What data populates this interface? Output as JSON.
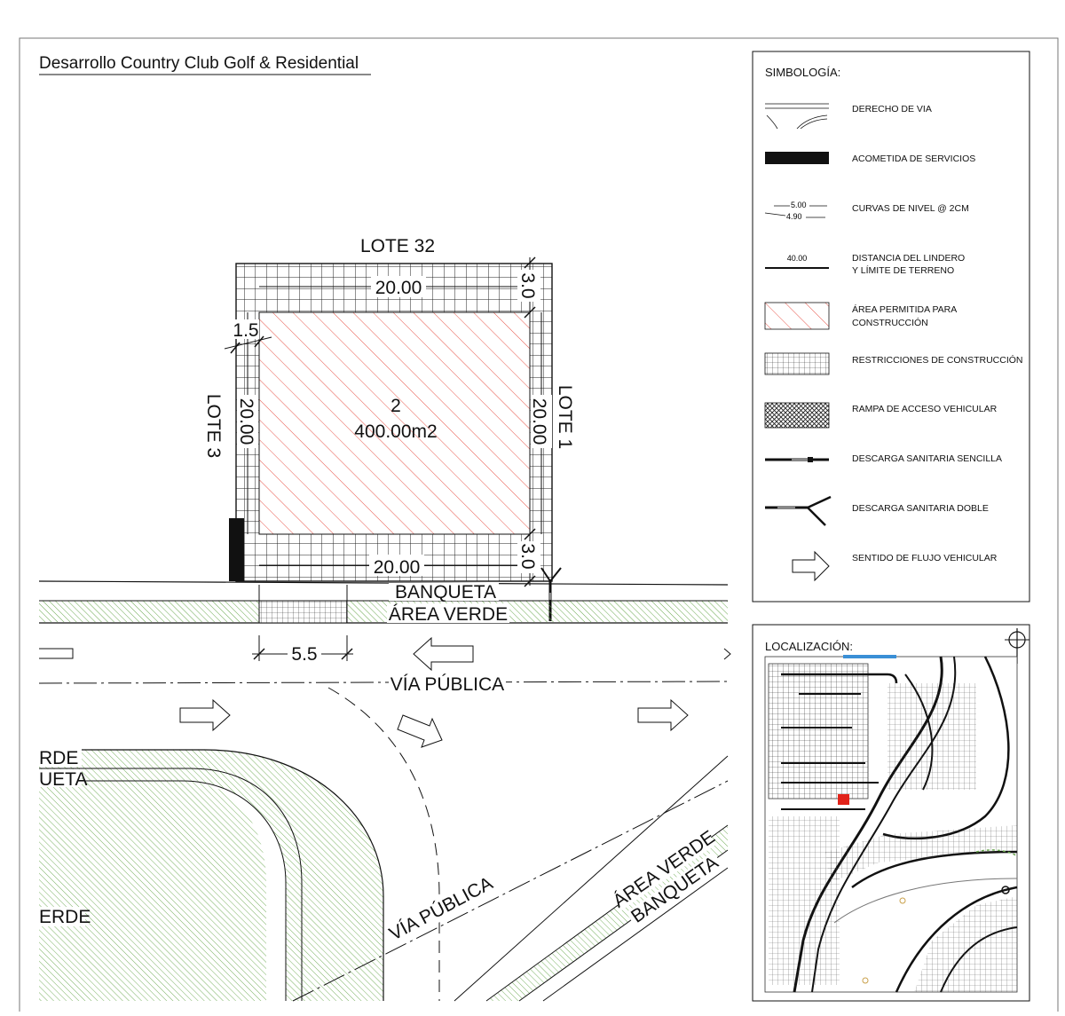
{
  "title": "Desarrollo Country Club Golf & Residential",
  "lot": {
    "neighbor_top": "LOTE 32",
    "neighbor_left": "LOTE 3",
    "neighbor_right": "LOTE 1",
    "number": "2",
    "area": "400.00m2",
    "dim_top": "20.00",
    "dim_bottom": "20.00",
    "dim_left": "20.00",
    "dim_right": "20.00",
    "setback_front_top": "3.0",
    "setback_front_bottom": "3.0",
    "setback_side": "1.5",
    "ramp_width": "5.5"
  },
  "street": {
    "sidewalk": "BANQUETA",
    "green_area": "ÁREA VERDE",
    "public_road_1": "VÍA PÚBLICA",
    "public_road_2": "VÍA PÚBLICA",
    "green_area_2": "ÁREA VERDE",
    "sidewalk_2": "BANQUETA",
    "cut_label_1": "RDE",
    "cut_label_2": "UETA",
    "cut_label_3": "ERDE"
  },
  "legend": {
    "heading": "SIMBOLOGÍA:",
    "items": [
      {
        "label": "DERECHO DE VIA",
        "icon": "right-of-way"
      },
      {
        "label": "ACOMETIDA DE SERVICIOS",
        "icon": "service-connection"
      },
      {
        "label": "CURVAS DE NIVEL @ 2CM",
        "icon": "contour-lines",
        "sample_1": "5.00",
        "sample_2": "4.90"
      },
      {
        "label": "DISTANCIA DEL LINDERO",
        "label_2": "Y LÍMITE DE TERRENO",
        "icon": "boundary-distance",
        "sample": "40.00"
      },
      {
        "label": "ÁREA PERMITIDA PARA",
        "label_2": "CONSTRUCCIÓN",
        "icon": "hatch-red"
      },
      {
        "label": "RESTRICCIONES DE CONSTRUCCIÓN",
        "icon": "grid"
      },
      {
        "label": "RAMPA DE ACCESO VEHICULAR",
        "icon": "crosshatch"
      },
      {
        "label": "DESCARGA SANITARIA SENCILLA",
        "icon": "sanitary-single"
      },
      {
        "label": "DESCARGA SANITARIA DOBLE",
        "icon": "sanitary-double"
      },
      {
        "label": "SENTIDO DE FLUJO VEHICULAR",
        "icon": "flow-arrow"
      }
    ]
  },
  "location": {
    "heading": "LOCALIZACIÓN:"
  },
  "colors": {
    "build_hatch": "#e8574c",
    "green_hatch": "#6aa84f",
    "highlight_lot": "#e2231a",
    "line": "#111111"
  }
}
